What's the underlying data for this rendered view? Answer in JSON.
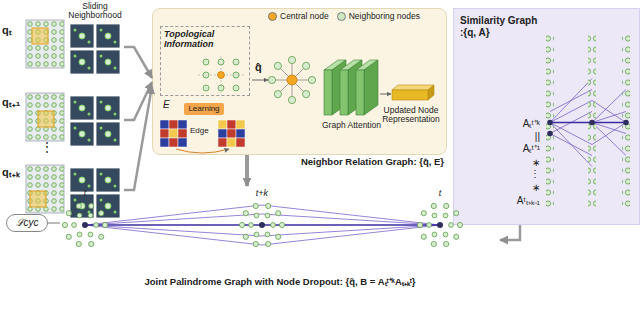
{
  "diagram": {
    "nodes": [
      {
        "text": [
          "Sliding Neighborhood"
        ]
      },
      {
        "text": [
          "Neighbor Relation Graph: {q̂, E}"
        ]
      },
      {
        "text": [
          "Topological Information"
        ],
        "in": 1
      },
      {
        "text": [
          "Learning"
        ],
        "in": 1
      },
      {
        "text": [
          "Similarity Graph :{q, A}"
        ]
      },
      {
        "text": [
          "ℒcyc"
        ]
      },
      {
        "text": [
          "Joint Palindrome Graph with Node Dropout: {q̃, B = Aₜᵗ⁺ᵏAₜ₊ₖᵗ}"
        ]
      }
    ],
    "edges": [
      {
        "from": 0,
        "to": 1,
        "arrow": "to"
      },
      {
        "from": 1,
        "to": 6,
        "arrow": "to"
      },
      {
        "from": 4,
        "to": 6,
        "arrow": "to"
      },
      {
        "from": 5,
        "to": 6,
        "arrow": "none"
      }
    ],
    "labels": [
      "qₜ",
      "qₜ₊₁",
      "⋮",
      "qₜ₊ₖ",
      "q̂",
      "E",
      "Edge",
      "Graph Attention",
      "Updated Node Representation",
      "Aₜᵗ⁺ᵏ",
      "||",
      "Aₜᵗ⁺¹",
      "∗",
      "⋮",
      "∗",
      "Aᵗₜ₊ₖ₋₁",
      "t",
      "t+k",
      "t"
    ],
    "legend": [
      {
        "text": "Central node",
        "color": "#f5a623"
      },
      {
        "text": "Neighboring nodes",
        "color": "#cfe8c4"
      }
    ]
  }
}
